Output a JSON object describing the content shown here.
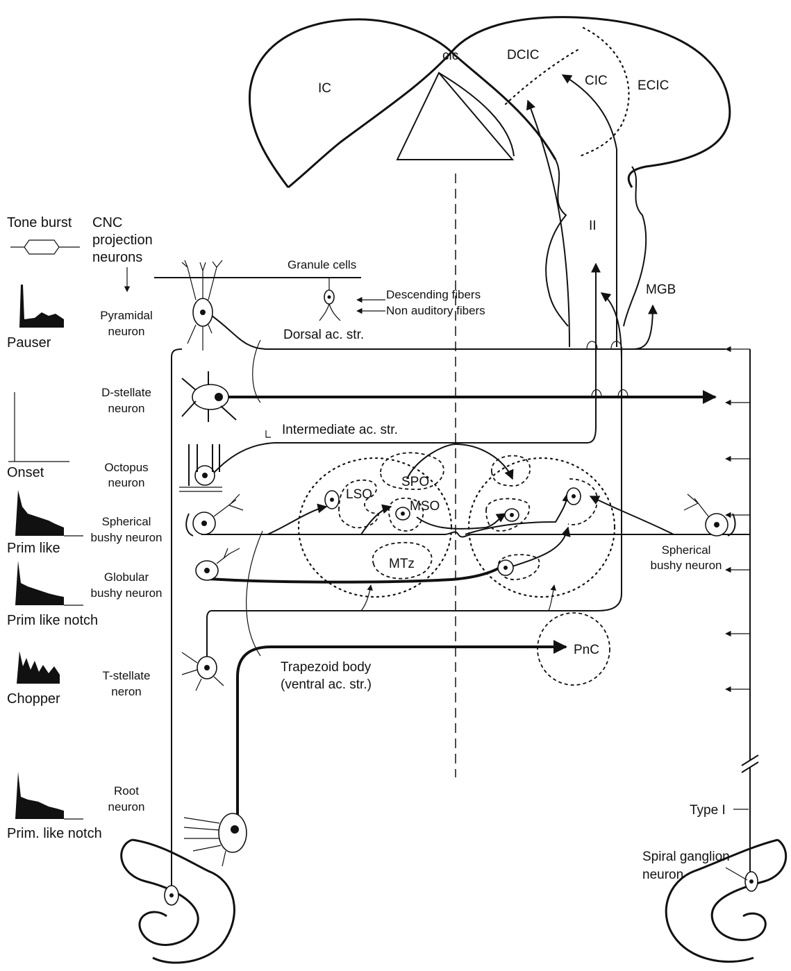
{
  "ic": {
    "ic": "IC",
    "cic_small": "cic",
    "dcic": "DCIC",
    "cic": "CIC",
    "ecic": "ECIC"
  },
  "ll": "II",
  "mgb": "MGB",
  "left_panel": {
    "tone_burst": "Tone burst",
    "cnc_projection_line1": "CNC",
    "cnc_projection_line2": "projection",
    "cnc_projection_line3": "neurons",
    "responses": [
      {
        "label": "Pauser"
      },
      {
        "label": "Onset"
      },
      {
        "label": "Prim like"
      },
      {
        "label": "Prim like notch"
      },
      {
        "label": "Chopper"
      },
      {
        "label": "Prim. like notch"
      }
    ],
    "neurons": [
      {
        "line1": "Pyramidal",
        "line2": "neuron"
      },
      {
        "line1": "D-stellate",
        "line2": "neuron"
      },
      {
        "line1": "Octopus",
        "line2": "neuron"
      },
      {
        "line1": "Spherical",
        "line2": "bushy neuron"
      },
      {
        "line1": "Globular",
        "line2": "bushy neuron"
      },
      {
        "line1": "T-stellate",
        "line2": "neron"
      },
      {
        "line1": "Root",
        "line2": "neuron"
      }
    ]
  },
  "granule_cells": "Granule cells",
  "descending_fibers": "Descending fibers",
  "non_auditory_fibers": "Non auditory fibers",
  "dorsal_str": "Dorsal ac. str.",
  "intermediate_str": "Intermediate ac. str.",
  "trapezoid_line1": "Trapezoid body",
  "trapezoid_line2": "(ventral ac. str.)",
  "soc": {
    "spo": "SPO",
    "lso": "LSO",
    "mso": "MSO",
    "mtz": "MTz"
  },
  "pnc": "PnC",
  "right_panel": {
    "spherical_line1": "Spherical",
    "spherical_line2": "bushy neuron",
    "type_i": "Type I",
    "spiral_line1": "Spiral ganglion",
    "spiral_line2": "neuron"
  }
}
